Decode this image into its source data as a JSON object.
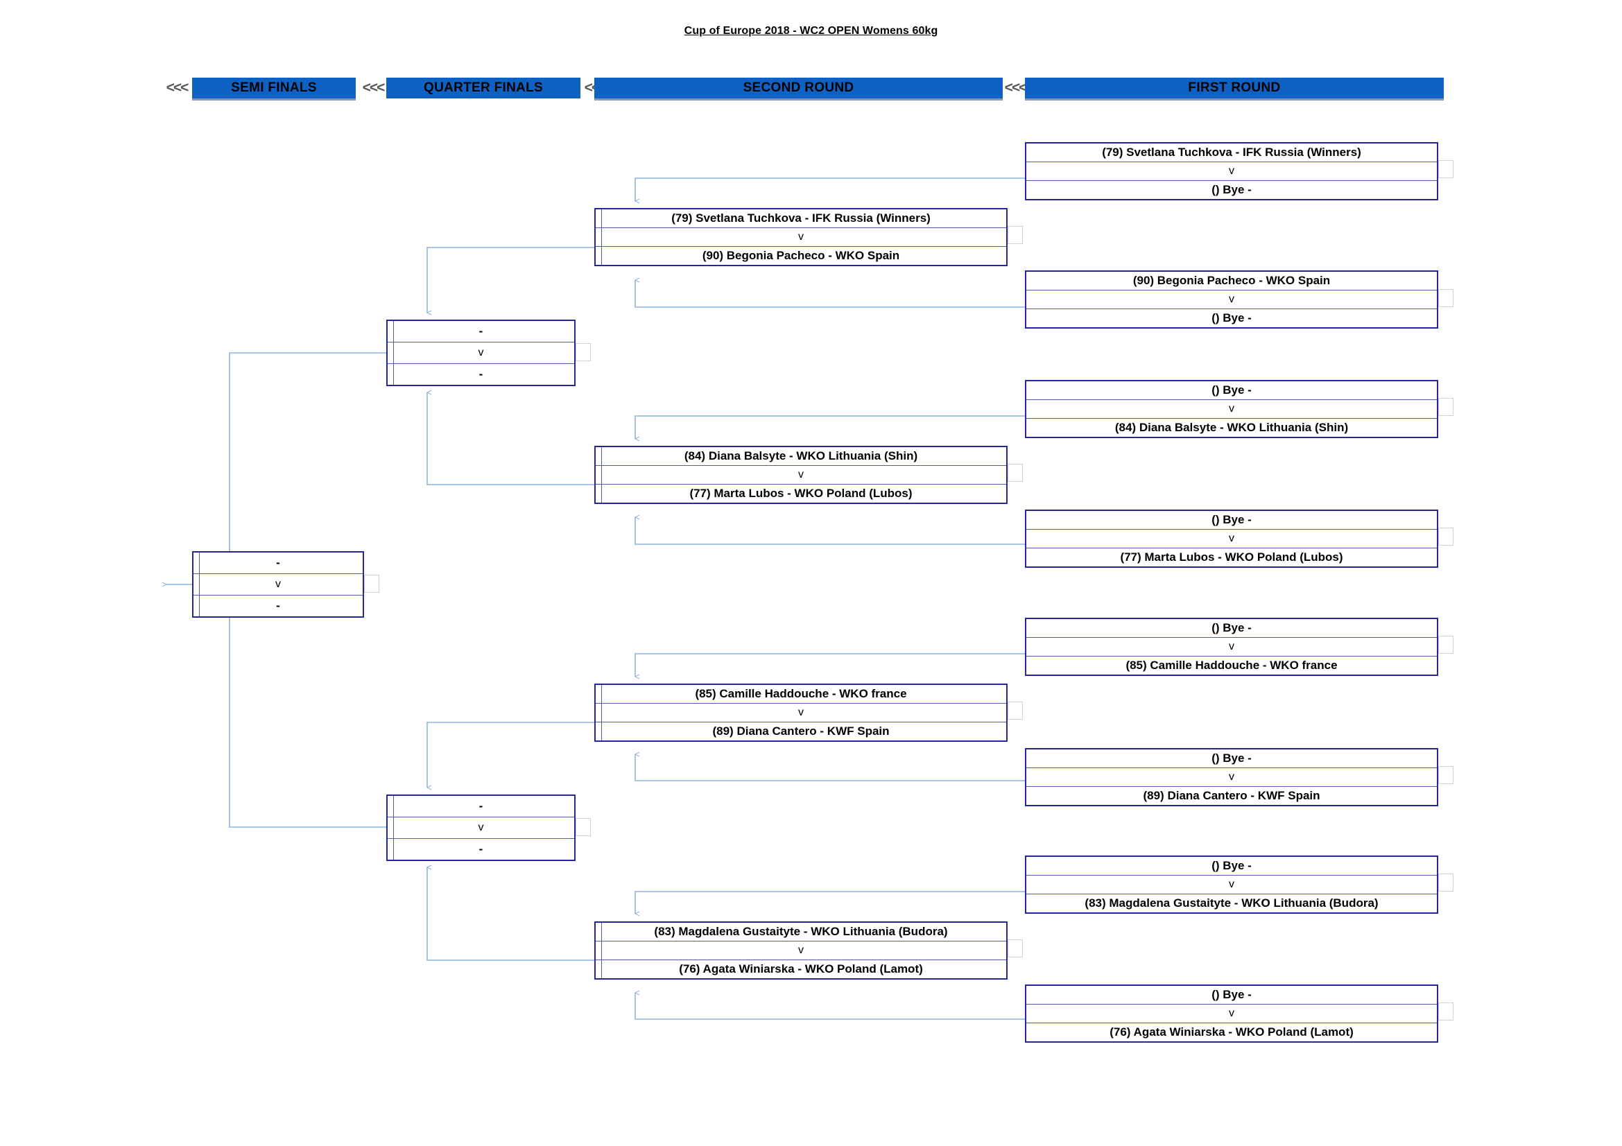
{
  "document": {
    "title": "Cup of Europe 2018 - WC2 OPEN Womens 60kg"
  },
  "headers": {
    "chevron": "<<<",
    "rounds": [
      {
        "label": "SEMI FINALS"
      },
      {
        "label": "QUARTER FINALS"
      },
      {
        "label": "SECOND ROUND"
      },
      {
        "label": "FIRST ROUND"
      }
    ]
  },
  "labels": {
    "versus": "v",
    "empty": "-"
  },
  "colors": {
    "header_blue": "#0f62c4",
    "box_border": "#26269c",
    "row_rule": "#5656b4",
    "connector": "#8fb4dc"
  },
  "bracket": {
    "first_round": [
      {
        "id": "fr1",
        "top": "(79) Svetlana Tuchkova - IFK Russia (Winners)",
        "vs": "v",
        "bottom": "() Bye -"
      },
      {
        "id": "fr2",
        "top": "(90) Begonia Pacheco - WKO Spain",
        "vs": "v",
        "bottom": "() Bye -"
      },
      {
        "id": "fr3",
        "top": "() Bye -",
        "vs": "v",
        "bottom": "(84) Diana Balsyte - WKO Lithuania (Shin)"
      },
      {
        "id": "fr4",
        "top": "() Bye -",
        "vs": "v",
        "bottom": "(77) Marta Lubos - WKO Poland (Lubos)"
      },
      {
        "id": "fr5",
        "top": "() Bye -",
        "vs": "v",
        "bottom": "(85) Camille Haddouche - WKO france"
      },
      {
        "id": "fr6",
        "top": "() Bye -",
        "vs": "v",
        "bottom": "(89) Diana Cantero - KWF Spain"
      },
      {
        "id": "fr7",
        "top": "() Bye -",
        "vs": "v",
        "bottom": "(83) Magdalena Gustaityte - WKO Lithuania (Budora)"
      },
      {
        "id": "fr8",
        "top": "() Bye -",
        "vs": "v",
        "bottom": "(76) Agata Winiarska - WKO Poland (Lamot)"
      }
    ],
    "second_round": [
      {
        "id": "sr1",
        "top": "(79) Svetlana Tuchkova - IFK Russia (Winners)",
        "vs": "v",
        "bottom": "(90) Begonia Pacheco - WKO Spain"
      },
      {
        "id": "sr2",
        "top": "(84) Diana Balsyte - WKO Lithuania (Shin)",
        "vs": "v",
        "bottom": "(77) Marta Lubos - WKO Poland (Lubos)"
      },
      {
        "id": "sr3",
        "top": "(85) Camille Haddouche - WKO france",
        "vs": "v",
        "bottom": "(89) Diana Cantero - KWF Spain"
      },
      {
        "id": "sr4",
        "top": "(83) Magdalena Gustaityte - WKO Lithuania (Budora)",
        "vs": "v",
        "bottom": "(76) Agata Winiarska - WKO Poland (Lamot)"
      }
    ],
    "quarter_finals": [
      {
        "id": "qf1",
        "top": "-",
        "vs": "v",
        "bottom": "-"
      },
      {
        "id": "qf2",
        "top": "-",
        "vs": "v",
        "bottom": "-"
      }
    ],
    "semi_finals": [
      {
        "id": "sf1",
        "top": "-",
        "vs": "v",
        "bottom": "-"
      }
    ]
  }
}
